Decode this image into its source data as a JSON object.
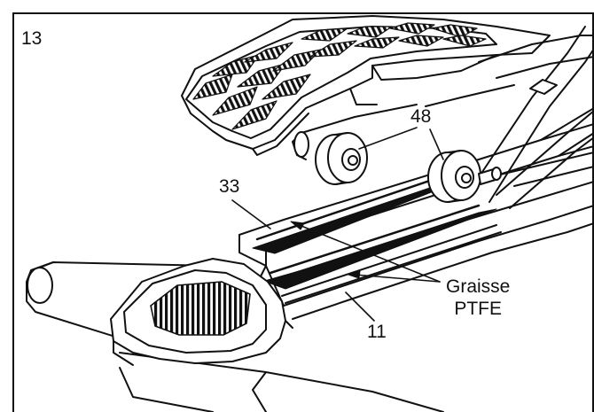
{
  "step_number": "13",
  "callouts": {
    "part_33": "33",
    "part_48": "48",
    "part_11": "11",
    "grease_line1": "Graisse",
    "grease_line2": "PTFE"
  }
}
